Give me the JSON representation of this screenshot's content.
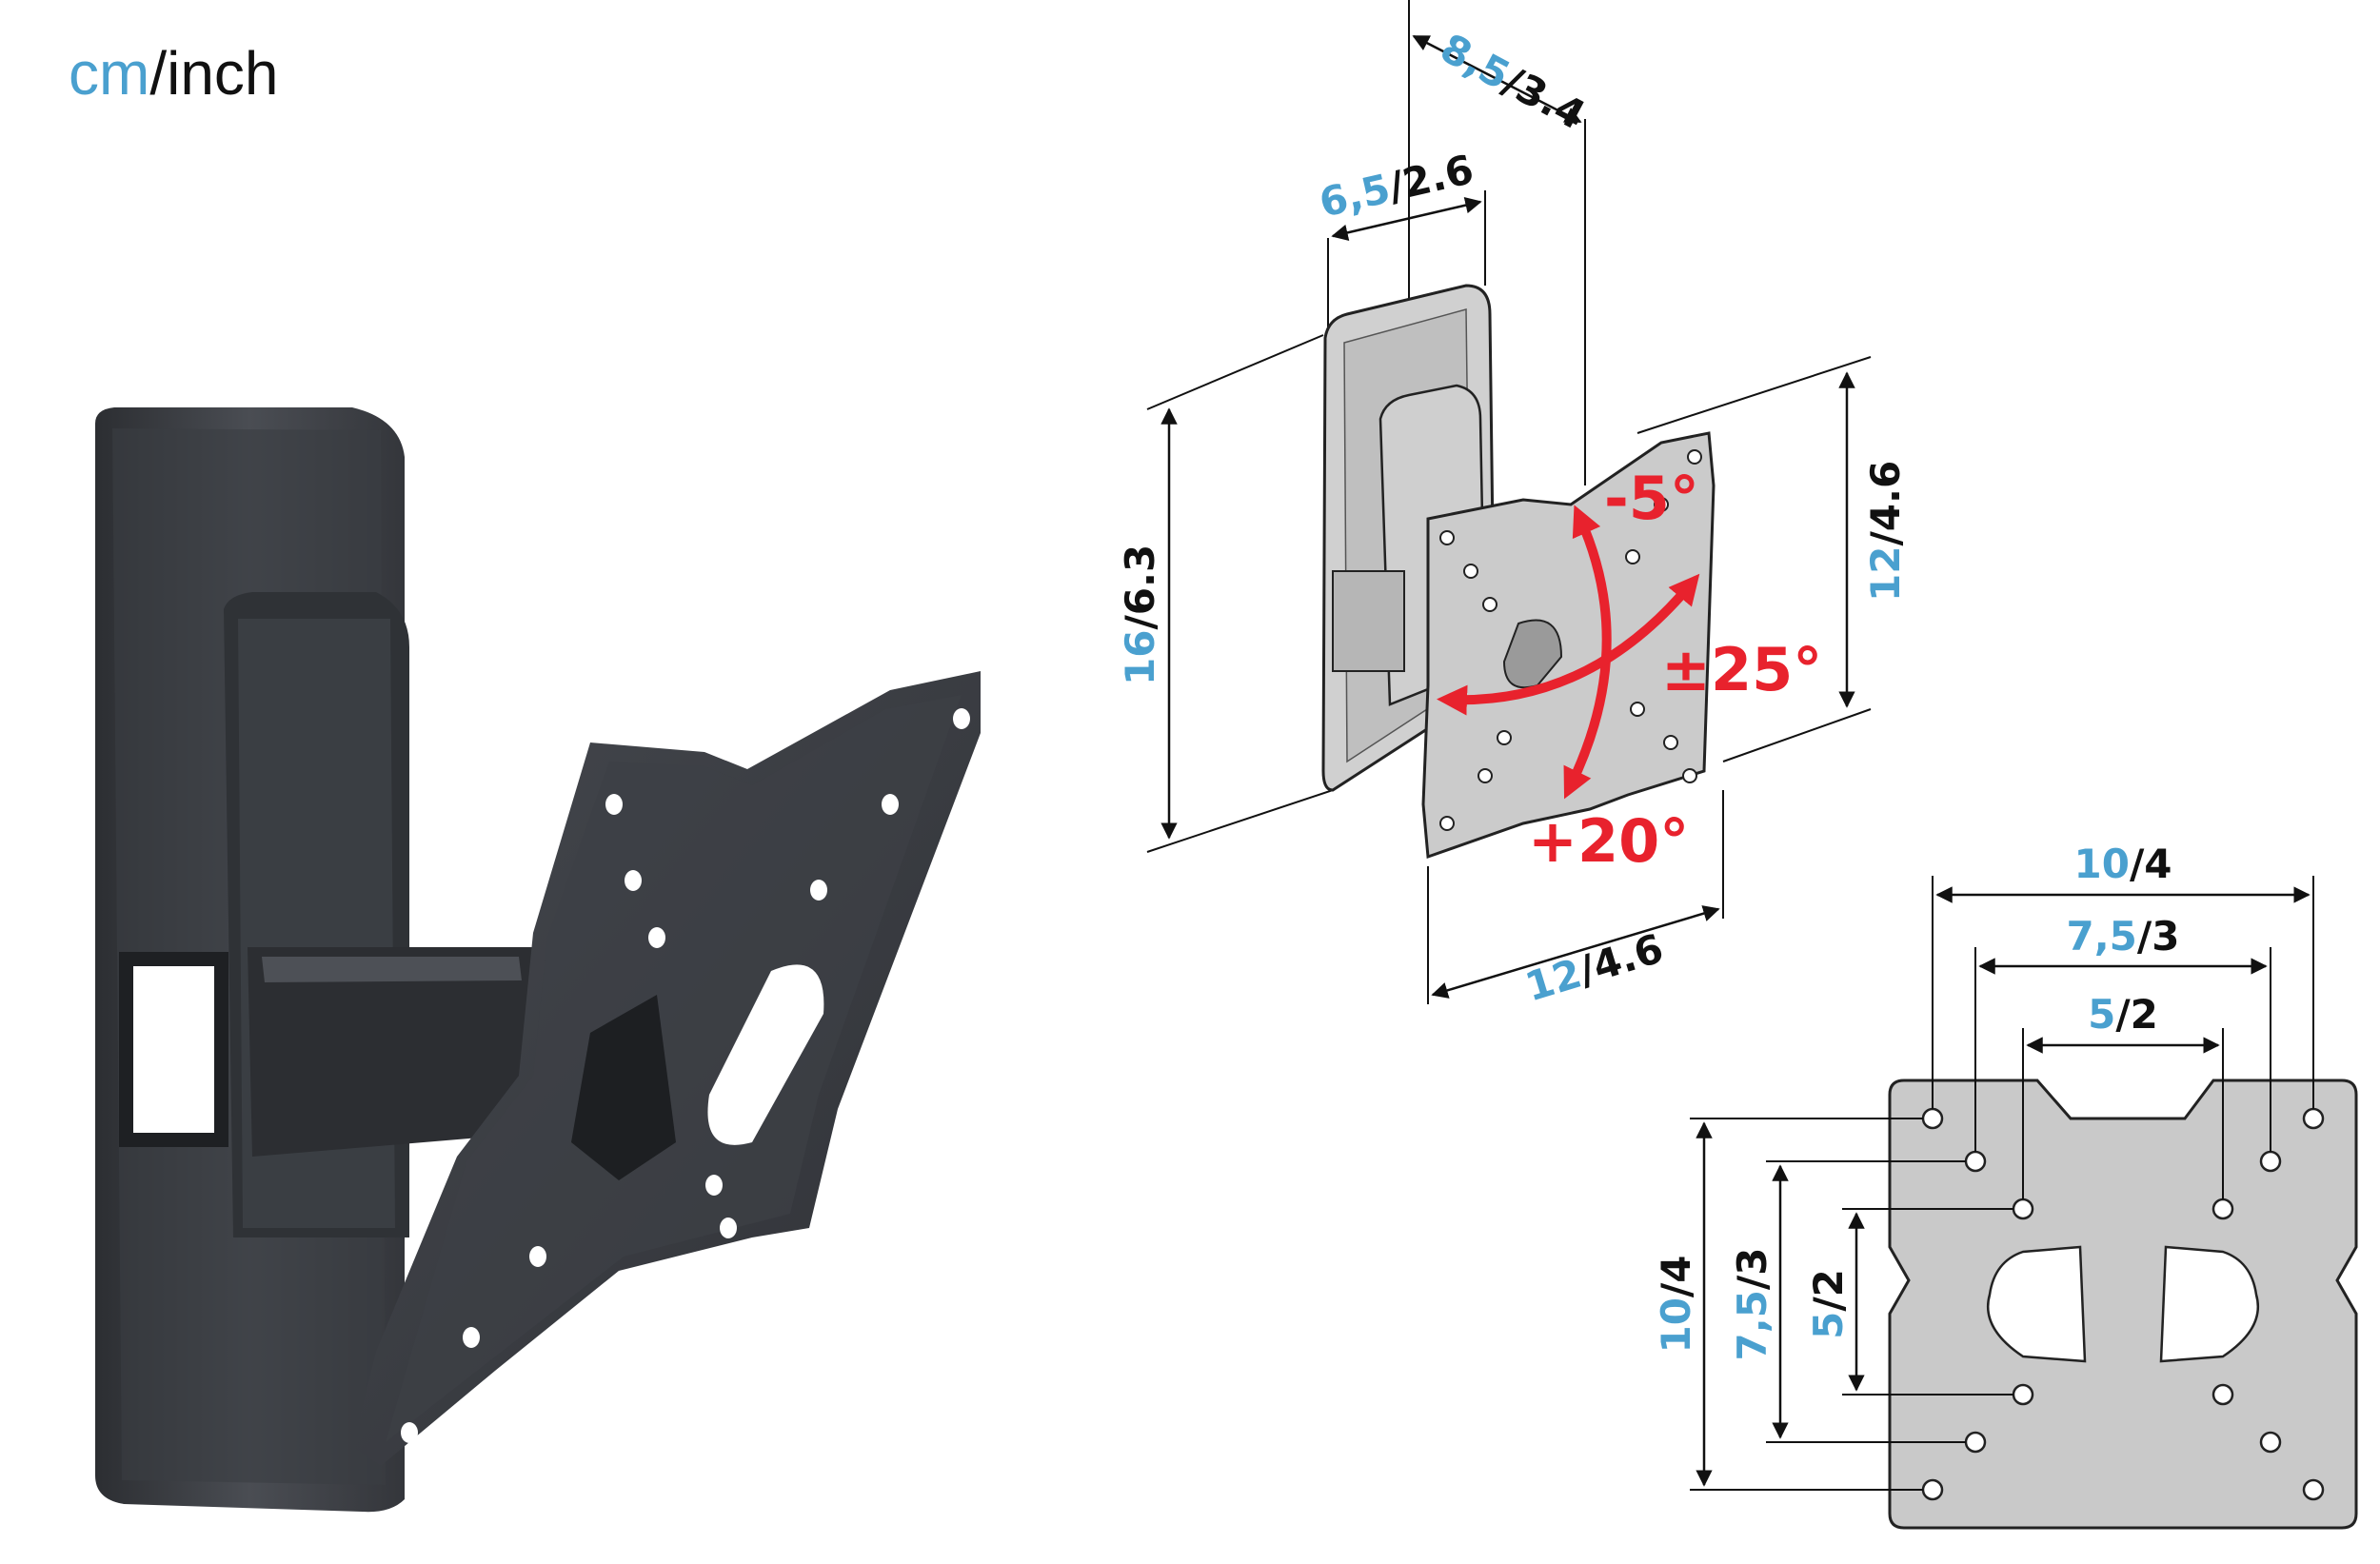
{
  "units_legend": {
    "metric": "cm",
    "separator": "/",
    "imperial": "inch"
  },
  "colors": {
    "metric_blue": "#4aa0cf",
    "imperial_black": "#111111",
    "angle_red": "#e8222d",
    "bracket_dark": "#3f4247",
    "drawing_gray": "#c9c9c9"
  },
  "iso_dimensions": {
    "depth": {
      "cm": "8,5",
      "sep": "/",
      "inch": "3.4"
    },
    "wall_width": {
      "cm": "6,5",
      "sep": "/",
      "inch": "2.6"
    },
    "wall_height": {
      "cm": "16",
      "sep": "/",
      "inch": "6.3"
    },
    "plate_height": {
      "cm": "12",
      "sep": "/",
      "inch": "4.6"
    },
    "plate_width": {
      "cm": "12",
      "sep": "/",
      "inch": "4.6"
    }
  },
  "angles": {
    "tilt_up": "-5°",
    "tilt_down": "+20°",
    "swivel": "±25°"
  },
  "vesa_pattern": {
    "h_large": {
      "cm": "10",
      "sep": "/",
      "inch": "4"
    },
    "h_medium": {
      "cm": "7,5",
      "sep": "/",
      "inch": "3"
    },
    "h_small": {
      "cm": "5",
      "sep": "/",
      "inch": "2"
    },
    "v_large": {
      "cm": "10",
      "sep": "/",
      "inch": "4"
    },
    "v_medium": {
      "cm": "7,5",
      "sep": "/",
      "inch": "3"
    },
    "v_small": {
      "cm": "5",
      "sep": "/",
      "inch": "2"
    }
  }
}
